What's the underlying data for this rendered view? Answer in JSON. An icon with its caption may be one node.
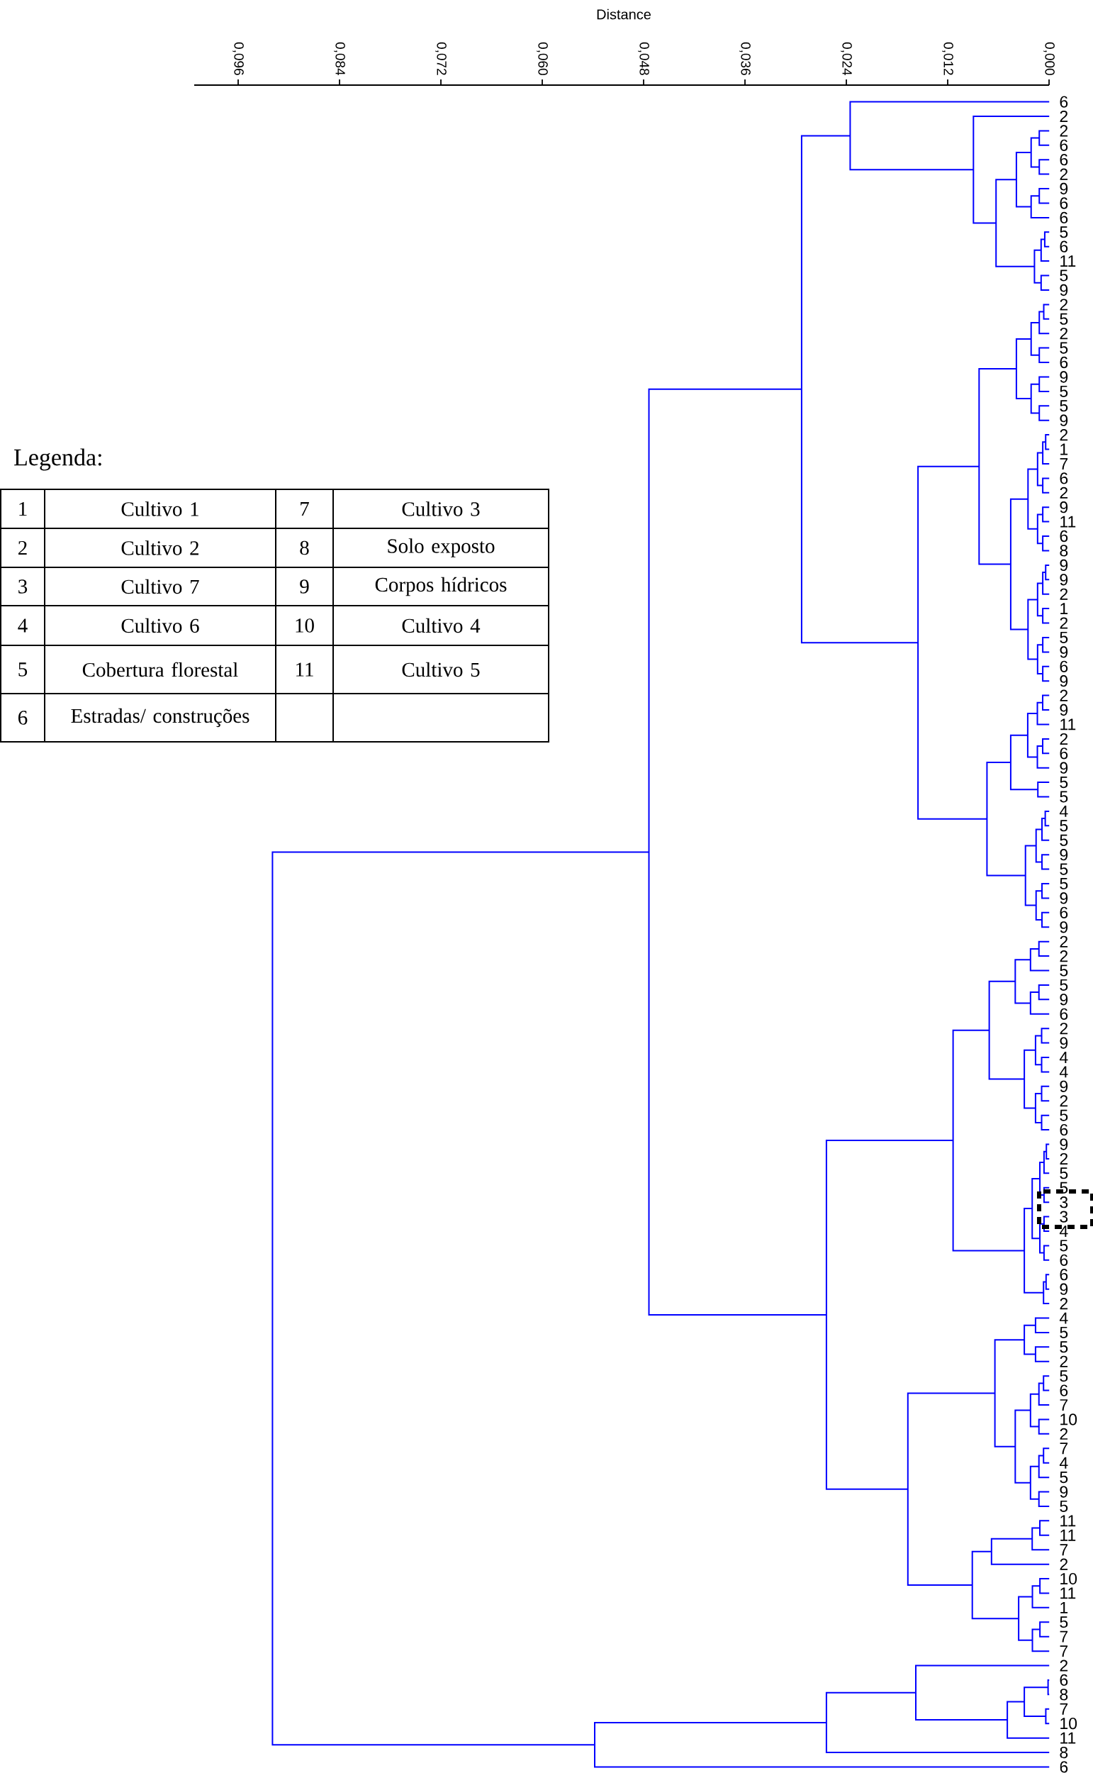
{
  "diagram": {
    "labels": [
      "Distance",
      "0,096",
      "0,084",
      "0,072",
      "0,060",
      "0,048",
      "0,036",
      "0,024",
      "0,012",
      "0,000",
      "Legenda:",
      "1",
      "Cultivo 1",
      "7",
      "Cultivo 3",
      "2",
      "Cultivo 2",
      "8",
      "Solo exposto",
      "3",
      "Cultivo 7",
      "9",
      "Corpos hídricos",
      "4",
      "Cultivo 6",
      "10",
      "Cultivo 4",
      "5",
      "Cobertura florestal",
      "11",
      "Cultivo 5",
      "6",
      "Estradas/ construções",
      "6",
      "2",
      "2",
      "6",
      "6",
      "2",
      "9",
      "6",
      "6",
      "5",
      "6",
      "11",
      "5",
      "9",
      "2",
      "5",
      "2",
      "5",
      "6",
      "9",
      "5",
      "5",
      "9",
      "2",
      "1",
      "7",
      "6",
      "2",
      "9",
      "11",
      "6",
      "8",
      "9",
      "9",
      "2",
      "1",
      "2",
      "5",
      "9",
      "6",
      "9",
      "2",
      "9",
      "11",
      "2",
      "6",
      "9",
      "5",
      "5",
      "4",
      "5",
      "5",
      "9",
      "5",
      "5",
      "9",
      "6",
      "9",
      "2",
      "2",
      "5",
      "5",
      "9",
      "6",
      "2",
      "9",
      "4",
      "4",
      "9",
      "2",
      "5",
      "6",
      "9",
      "2",
      "5",
      "5",
      "3",
      "3",
      "4",
      "5",
      "6",
      "6",
      "9",
      "2",
      "4",
      "5",
      "5",
      "2",
      "5",
      "6",
      "7",
      "10",
      "2",
      "7",
      "4",
      "5",
      "9",
      "5",
      "11",
      "11",
      "7",
      "2",
      "10",
      "11",
      "1",
      "5",
      "7",
      "7",
      "2",
      "6",
      "8",
      "7",
      "10",
      "11",
      "8",
      "6"
    ]
  }
}
